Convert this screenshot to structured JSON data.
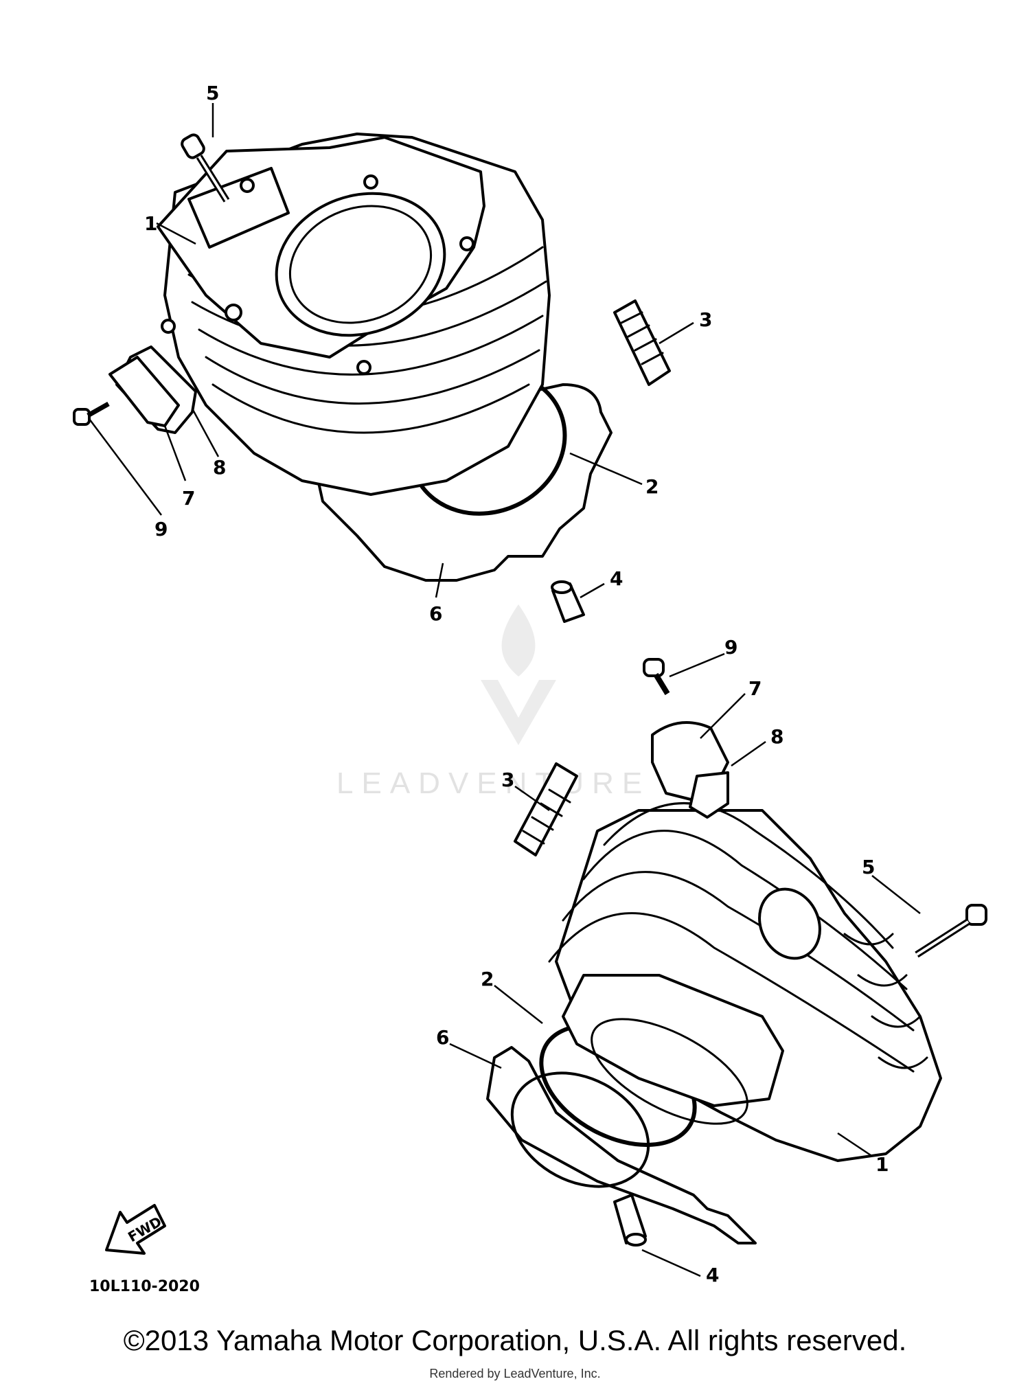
{
  "diagram": {
    "code": "10L110-2020",
    "fwd_label": "FWD",
    "watermark": "LEADVENTURE",
    "callouts": {
      "top_1": "1",
      "top_2": "2",
      "top_3": "3",
      "top_4": "4",
      "top_5": "5",
      "top_6": "6",
      "top_7": "7",
      "top_8": "8",
      "top_9": "9",
      "bottom_1": "1",
      "bottom_2": "2",
      "bottom_3": "3",
      "bottom_4": "4",
      "bottom_5": "5",
      "bottom_6": "6",
      "bottom_7": "7",
      "bottom_8": "8",
      "bottom_9": "9"
    }
  },
  "footer": {
    "copyright": "©2013 Yamaha Motor Corporation, U.S.A. All rights reserved.",
    "rendered_by": "Rendered by LeadVenture, Inc."
  }
}
